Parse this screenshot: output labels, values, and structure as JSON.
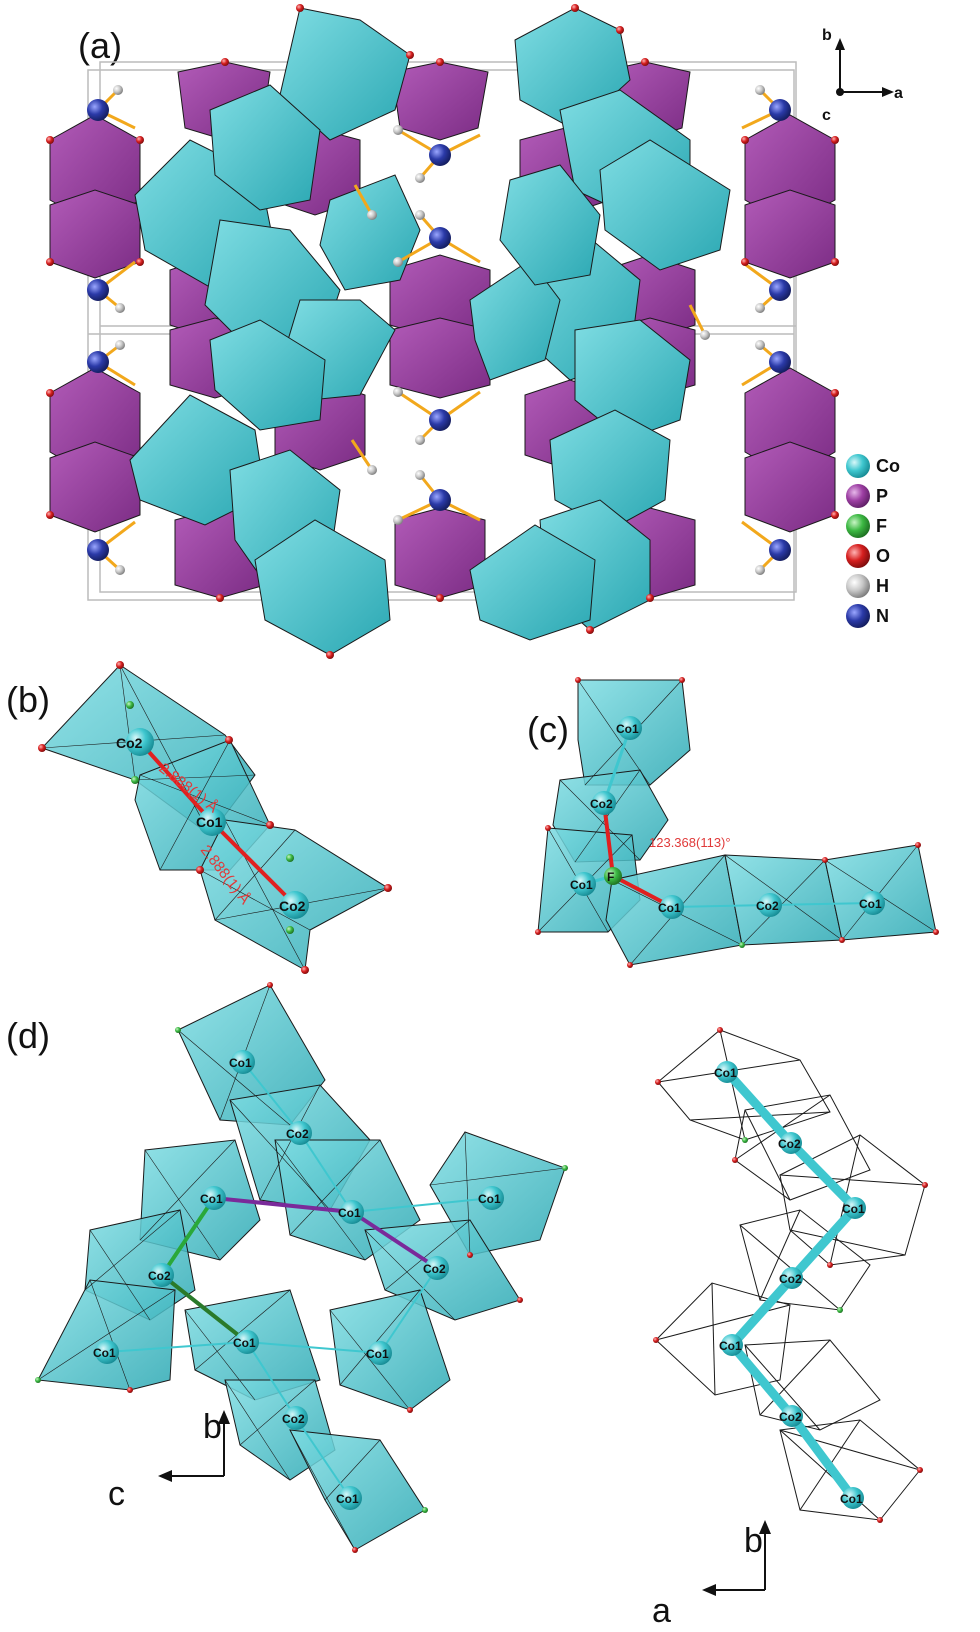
{
  "panels": {
    "a": {
      "label": "(a)"
    },
    "b": {
      "label": "(b)"
    },
    "c": {
      "label": "(c)"
    },
    "d": {
      "label": "(d)"
    }
  },
  "axes_a": {
    "b": "b",
    "c": "c",
    "a": "a"
  },
  "axes_d_left": {
    "vertical": "b",
    "horizontal": "c"
  },
  "axes_d_right": {
    "vertical": "b",
    "horizontal": "a"
  },
  "legend": [
    {
      "label": "Co",
      "color": "#3fc7cf"
    },
    {
      "label": "P",
      "color": "#9d3fa3"
    },
    {
      "label": "F",
      "color": "#3cb843"
    },
    {
      "label": "O",
      "color": "#d61f1f"
    },
    {
      "label": "H",
      "color": "#c8c8c8"
    },
    {
      "label": "N",
      "color": "#2b3aa8"
    }
  ],
  "panel_b": {
    "distance_1": "2.888(1) Å",
    "distance_2": "2.888(1) Å",
    "atoms": [
      "Co2",
      "Co1",
      "Co2"
    ]
  },
  "panel_c": {
    "angle": "123.368(113)°",
    "atoms": [
      "Co1",
      "Co2",
      "Co1",
      "F",
      "Co1",
      "Co2",
      "Co1"
    ]
  },
  "panel_d_left": {
    "atoms": [
      "Co1",
      "Co2",
      "Co1",
      "Co1",
      "Co1",
      "Co2",
      "Co2",
      "Co1",
      "Co1",
      "Co1",
      "Co2",
      "Co1"
    ]
  },
  "panel_d_right": {
    "atoms": [
      "Co1",
      "Co2",
      "Co1",
      "Co2",
      "Co1",
      "Co2",
      "Co1"
    ]
  },
  "colors": {
    "co_poly": "#3fb6bf",
    "p_poly": "#9a3ea0",
    "edge": "#1a1a1a"
  }
}
